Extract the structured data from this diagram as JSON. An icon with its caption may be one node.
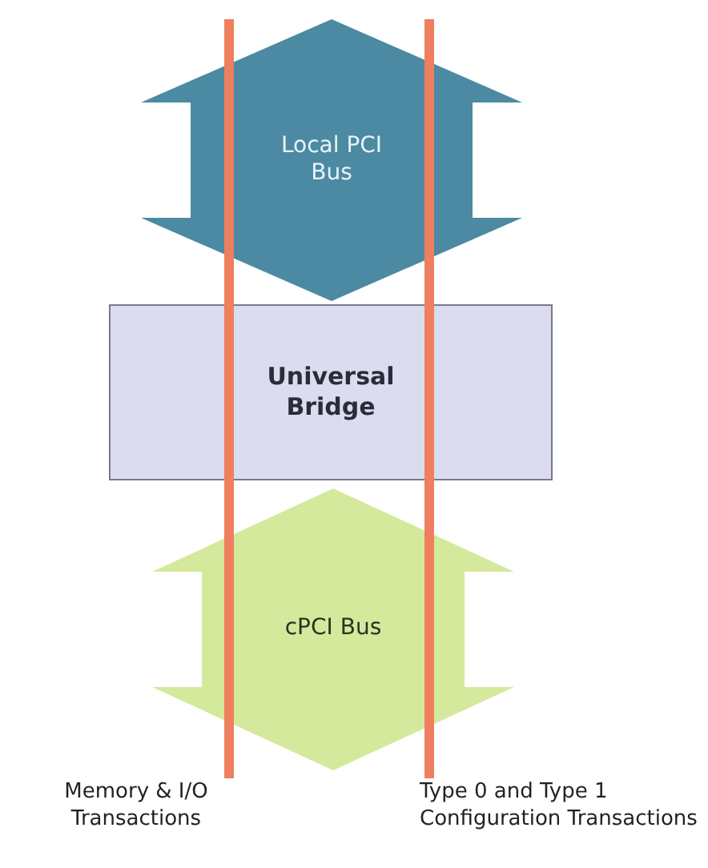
{
  "diagram": {
    "nodes": [
      {
        "text": [
          "Local PCI Bus"
        ]
      },
      {
        "text": [
          "Universal Bridge"
        ]
      },
      {
        "text": [
          "cPCI Bus"
        ]
      },
      {
        "text": [
          "Memory & I/O Transactions"
        ]
      },
      {
        "text": [
          "Type 0 and Type 1 Configuration Transactions"
        ]
      }
    ],
    "edges": [
      {
        "from": 3,
        "to": null,
        "arrow": "none"
      },
      {
        "from": 4,
        "to": null,
        "arrow": "none"
      }
    ]
  }
}
